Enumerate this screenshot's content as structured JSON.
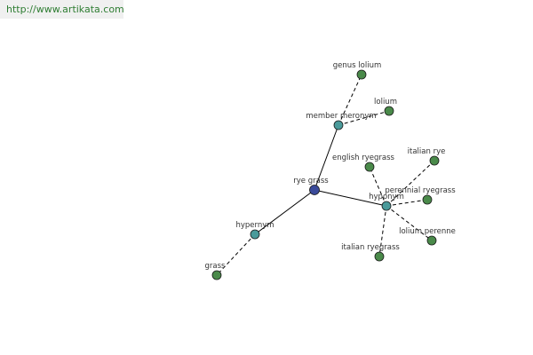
{
  "site": {
    "url": "http://www.artikata.com"
  },
  "colors": {
    "center": "#3a4a9a",
    "relation": "#4a9a9a",
    "word": "#4a8a4a"
  },
  "graph": {
    "nodes": [
      {
        "id": "rye-grass",
        "label": "rye grass",
        "type": "center"
      },
      {
        "id": "member-meronym",
        "label": "member meronym",
        "type": "relation"
      },
      {
        "id": "hyponym",
        "label": "hyponym",
        "type": "relation"
      },
      {
        "id": "hypernym",
        "label": "hypernym",
        "type": "relation"
      },
      {
        "id": "genus-lolium",
        "label": "genus lolium",
        "type": "word"
      },
      {
        "id": "lolium",
        "label": "lolium",
        "type": "word"
      },
      {
        "id": "english-ryegrass",
        "label": "english ryegrass",
        "type": "word"
      },
      {
        "id": "italian-rye",
        "label": "italian rye",
        "type": "word"
      },
      {
        "id": "perennial-ryegrass",
        "label": "perennial ryegrass",
        "type": "word"
      },
      {
        "id": "lolium-perenne",
        "label": "lolium perenne",
        "type": "word"
      },
      {
        "id": "italian-ryegrass",
        "label": "italian ryegrass",
        "type": "word"
      },
      {
        "id": "grass",
        "label": "grass",
        "type": "word"
      }
    ],
    "edges": [
      {
        "from": "rye-grass",
        "to": "member-meronym",
        "style": "solid"
      },
      {
        "from": "rye-grass",
        "to": "hyponym",
        "style": "solid"
      },
      {
        "from": "rye-grass",
        "to": "hypernym",
        "style": "solid"
      },
      {
        "from": "member-meronym",
        "to": "genus-lolium",
        "style": "dashed"
      },
      {
        "from": "member-meronym",
        "to": "lolium",
        "style": "dashed"
      },
      {
        "from": "hyponym",
        "to": "english-ryegrass",
        "style": "dashed"
      },
      {
        "from": "hyponym",
        "to": "italian-rye",
        "style": "dashed"
      },
      {
        "from": "hyponym",
        "to": "perennial-ryegrass",
        "style": "dashed"
      },
      {
        "from": "hyponym",
        "to": "lolium-perenne",
        "style": "dashed"
      },
      {
        "from": "hyponym",
        "to": "italian-ryegrass",
        "style": "dashed"
      },
      {
        "from": "hypernym",
        "to": "grass",
        "style": "dashed"
      }
    ]
  }
}
